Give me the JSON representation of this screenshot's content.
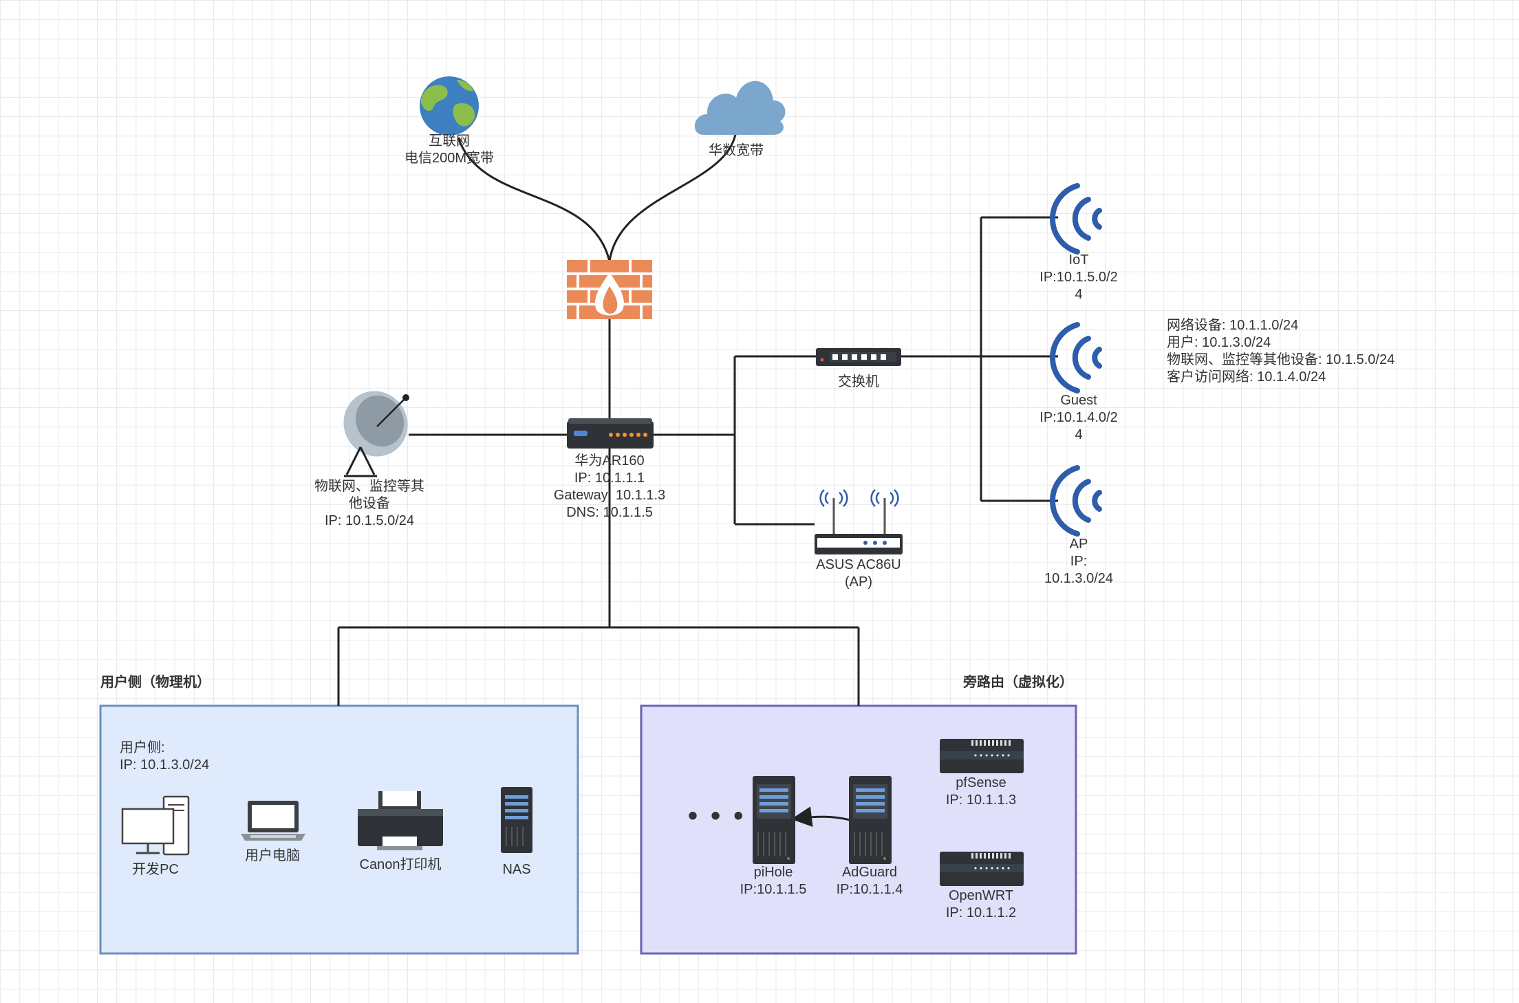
{
  "nodes": {
    "internet": {
      "line1": "互联网",
      "line2": "电信200M宽带"
    },
    "huashu": {
      "label": "华数宽带"
    },
    "router": {
      "name": "华为AR160",
      "ip": "IP: 10.1.1.1",
      "gateway": "Gateway:  10.1.1.3",
      "dns": "DNS:  10.1.1.5"
    },
    "satellite": {
      "line1": "物联网、监控等其",
      "line2": "他设备",
      "ip": "IP:  10.1.5.0/24"
    },
    "switch": {
      "label": "交换机"
    },
    "asus": {
      "line1": "ASUS AC86U",
      "line2": "(AP)"
    },
    "iot": {
      "name": "IoT",
      "ip1": "IP:10.1.5.0/2",
      "ip2": "4"
    },
    "guest": {
      "name": "Guest",
      "ip1": "IP:10.1.4.0/2",
      "ip2": "4"
    },
    "ap": {
      "name": "AP",
      "ip1": "IP:",
      "ip2": "10.1.3.0/24"
    },
    "pfsense": {
      "name": "pfSense",
      "ip": "IP:  10.1.1.3"
    },
    "openwrt": {
      "name": "OpenWRT",
      "ip": "IP:  10.1.1.2"
    },
    "pihole": {
      "name": "piHole",
      "ip": "IP:10.1.1.5"
    },
    "adguard": {
      "name": "AdGuard",
      "ip": "IP:10.1.1.4"
    },
    "dev_pc": {
      "label": "开发PC"
    },
    "laptop": {
      "label": "用户电脑"
    },
    "printer": {
      "label": "Canon打印机"
    },
    "nas": {
      "label": "NAS"
    }
  },
  "notes": {
    "subnets": [
      "网络设备:  10.1.1.0/24",
      "用户:  10.1.3.0/24",
      "物联网、监控等其他设备:  10.1.5.0/24",
      "客户访问网络:  10.1.4.0/24"
    ]
  },
  "groups": {
    "user_side": {
      "title": "用户侧（物理机）",
      "desc1": "用户侧:",
      "desc2": "IP: 10.1.3.0/24"
    },
    "bypass": {
      "title": "旁路由（虚拟化）",
      "ellipsis": "• • •"
    }
  },
  "colors": {
    "user_group_fill": "#dfeafc",
    "user_group_stroke": "#6c8ebf",
    "bypass_group_fill": "#e0e0fb",
    "bypass_group_stroke": "#6d63b5",
    "firewall": "#ea8a59",
    "wifi": "#2d5dab",
    "cloud": "#7ba7cc",
    "line": "#222222"
  }
}
